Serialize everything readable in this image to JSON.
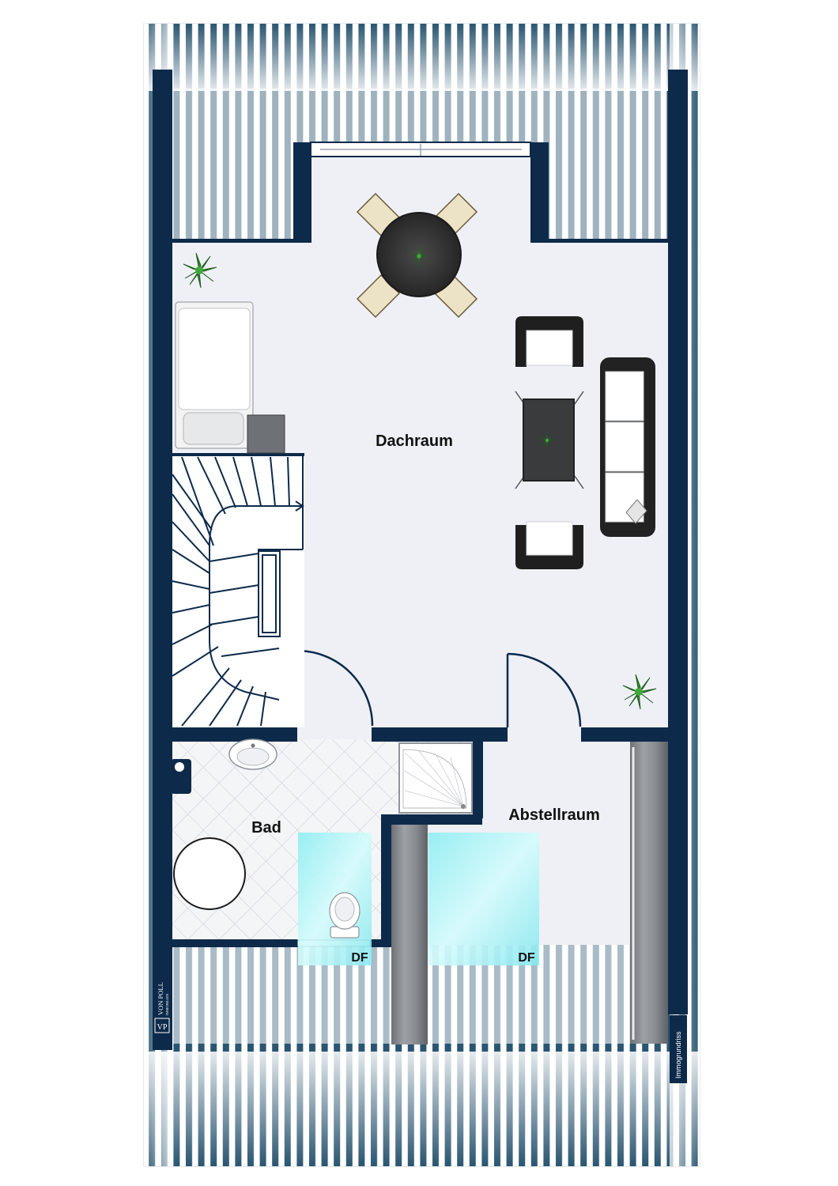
{
  "rooms": {
    "dachraum": "Dachraum",
    "bad": "Bad",
    "abstellraum": "Abstellraum"
  },
  "skylights": {
    "bad": "DF",
    "abstellraum": "DF"
  },
  "branding": {
    "monogram": "VP",
    "name": "VON POLL",
    "sub": "IMMOBILIEN"
  },
  "credit": "Immogrundriss",
  "colors": {
    "wall": "#0d2a4a",
    "floor": "#eef0f6",
    "glass": "#a9f2f4",
    "stripe": "#1d4a66"
  }
}
